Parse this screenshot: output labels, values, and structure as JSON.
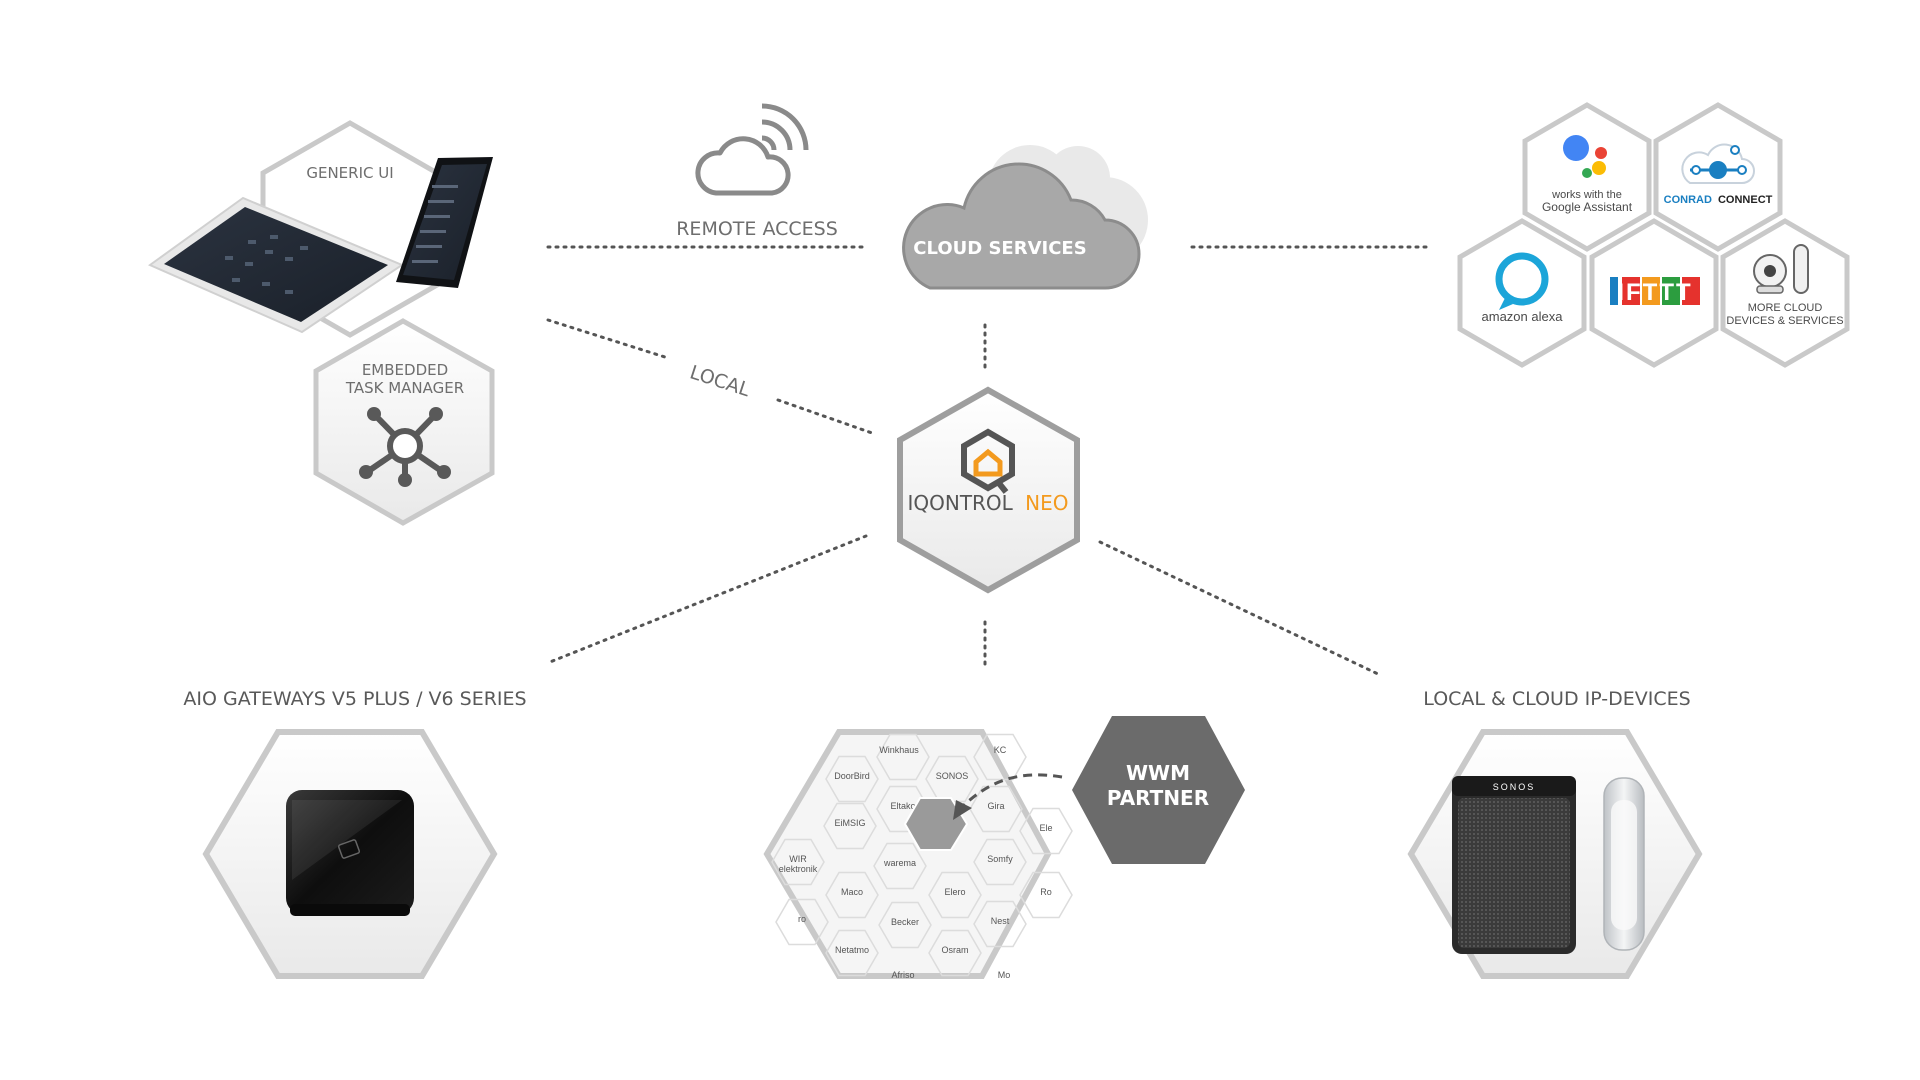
{
  "labels": {
    "generic_ui": "GENERIC UI",
    "embedded_line1": "EMBEDDED",
    "embedded_line2": "TASK MANAGER",
    "remote_access": "REMOTE ACCESS",
    "cloud_services": "CLOUD SERVICES",
    "local": "LOCAL",
    "iqontrol": "IQONTROL",
    "neo": "NEO",
    "aio": "AIO GATEWAYS V5 PLUS / V6 SERIES",
    "ip_devices": "LOCAL & CLOUD IP-DEVICES",
    "wwm_line1": "WWM",
    "wwm_line2": "PARTNER"
  },
  "cloud_tiles": {
    "google_line1": "works with the",
    "google_line2": "Google Assistant",
    "conrad_a": "CONRAD",
    "conrad_b": "CONNECT",
    "alexa": "amazon alexa",
    "ifttt": "IFTTT",
    "more_line1": "MORE CLOUD",
    "more_line2": "DEVICES & SERVICES"
  },
  "partners": [
    "Winkhaus",
    "KC",
    "DoorBird",
    "SONOS",
    "Eltako",
    "Gira",
    "EiMSIG",
    "Ele",
    "WIR",
    "elektronik",
    "warema",
    "Somfy",
    "Maco",
    "Elero",
    "Ro",
    "ro",
    "Becker",
    "Nest",
    "Netatmo",
    "Osram",
    "Afriso",
    "Mo"
  ],
  "devices": {
    "sonos": "SONOS"
  },
  "colors": {
    "accent_orange": "#f39a1e",
    "hex_border": "#c9c9c9",
    "dark_hex": "#6b6b6b",
    "cloud_gray": "#a6a6a6",
    "text_gray": "#6e6e6e"
  }
}
